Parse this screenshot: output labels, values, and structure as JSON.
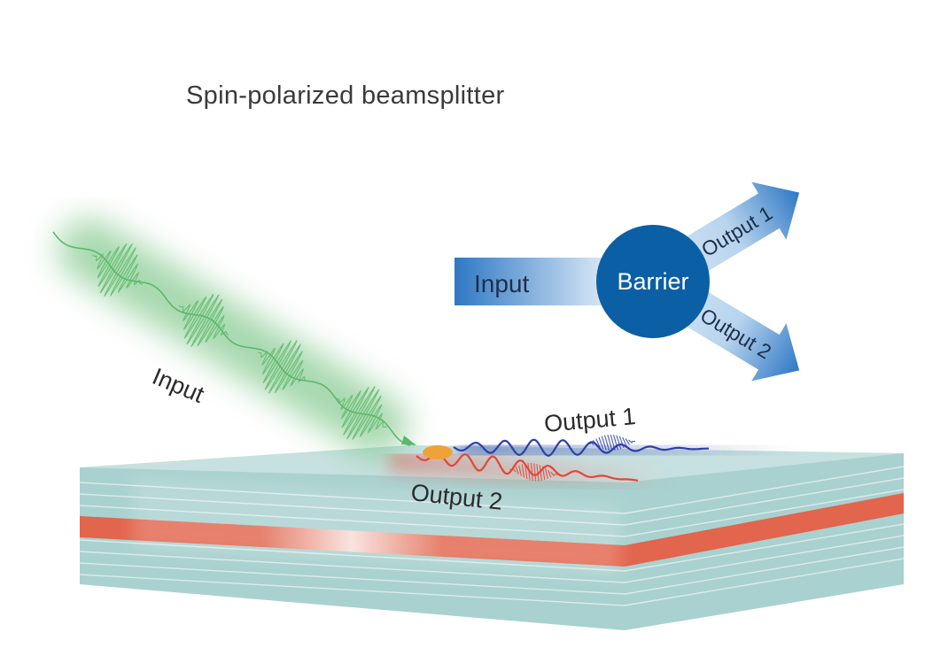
{
  "title": "Spin-polarized beamsplitter",
  "schematic": {
    "input_label": "Input",
    "barrier_label": "Barrier",
    "output1_label": "Output 1",
    "output2_label": "Output 2"
  },
  "illustration": {
    "input_label": "Input",
    "output1_label": "Output 1",
    "output2_label": "Output 2"
  },
  "colors": {
    "barrier": "#0b5fa5",
    "arrow_light": "#b8d4ee",
    "arrow_dark": "#2f78c4",
    "input_wave": "#5db86a",
    "output1_wave": "#2d3fa8",
    "output2_wave": "#e2463a",
    "spot": "#f0a23a",
    "slab": "#a9d1cf",
    "slab_line": "#e6f2f1",
    "red_layer": "#e2654d"
  }
}
